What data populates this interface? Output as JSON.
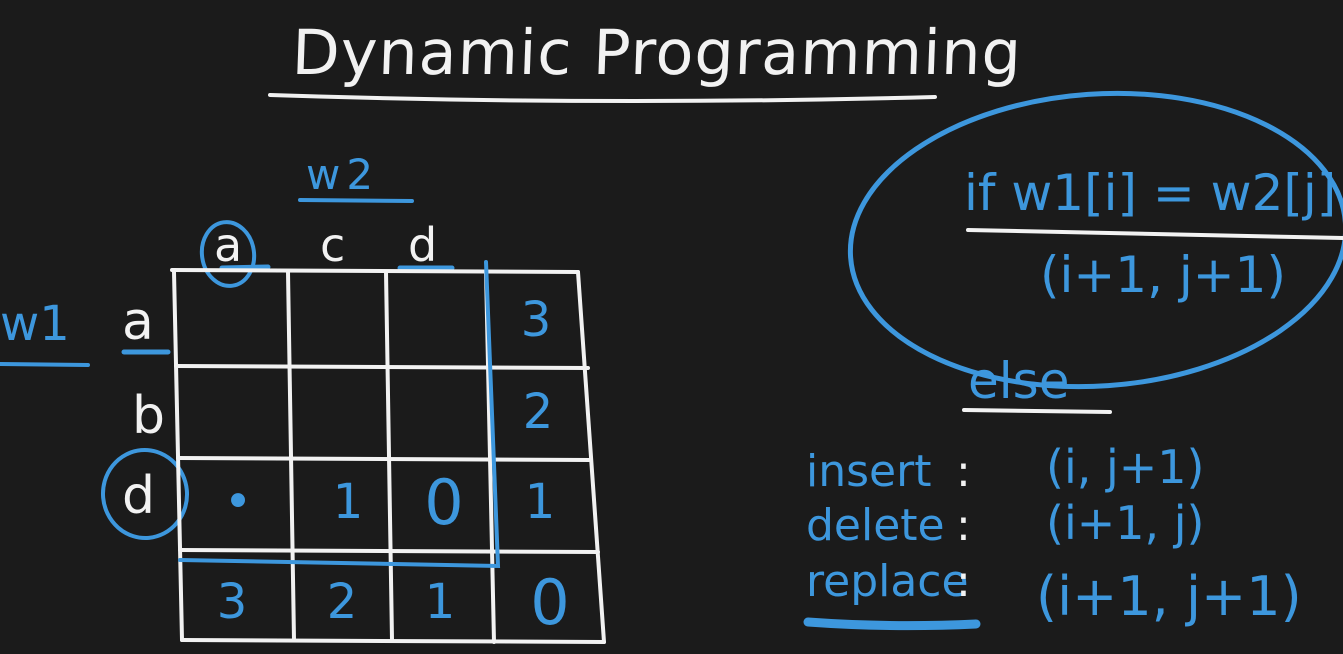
{
  "title": "Dynamic Programming",
  "labels": {
    "w2": "w2",
    "w1": "w1"
  },
  "columns": [
    "a",
    "c",
    "d"
  ],
  "rows": [
    "a",
    "b",
    "d"
  ],
  "grid": {
    "row3": [
      "•",
      "1",
      "0",
      "1"
    ],
    "side_col": [
      "3",
      "2"
    ],
    "bottom": [
      "3",
      "2",
      "1",
      "0"
    ]
  },
  "rule": {
    "condition": "if w1[i] = w2[j]",
    "match_move": "(i+1, j+1)",
    "else_label": "else",
    "ops": [
      {
        "name": "insert",
        "sep": ":",
        "move": "(i, j+1)"
      },
      {
        "name": "delete",
        "sep": ":",
        "move": "(i+1, j)"
      },
      {
        "name": "replace",
        "sep": ":",
        "move": "(i+1, j+1)"
      }
    ]
  },
  "colors": {
    "background": "#1b1b1b",
    "chalk": "#f2f2f2",
    "ink": "#3d97dd"
  }
}
